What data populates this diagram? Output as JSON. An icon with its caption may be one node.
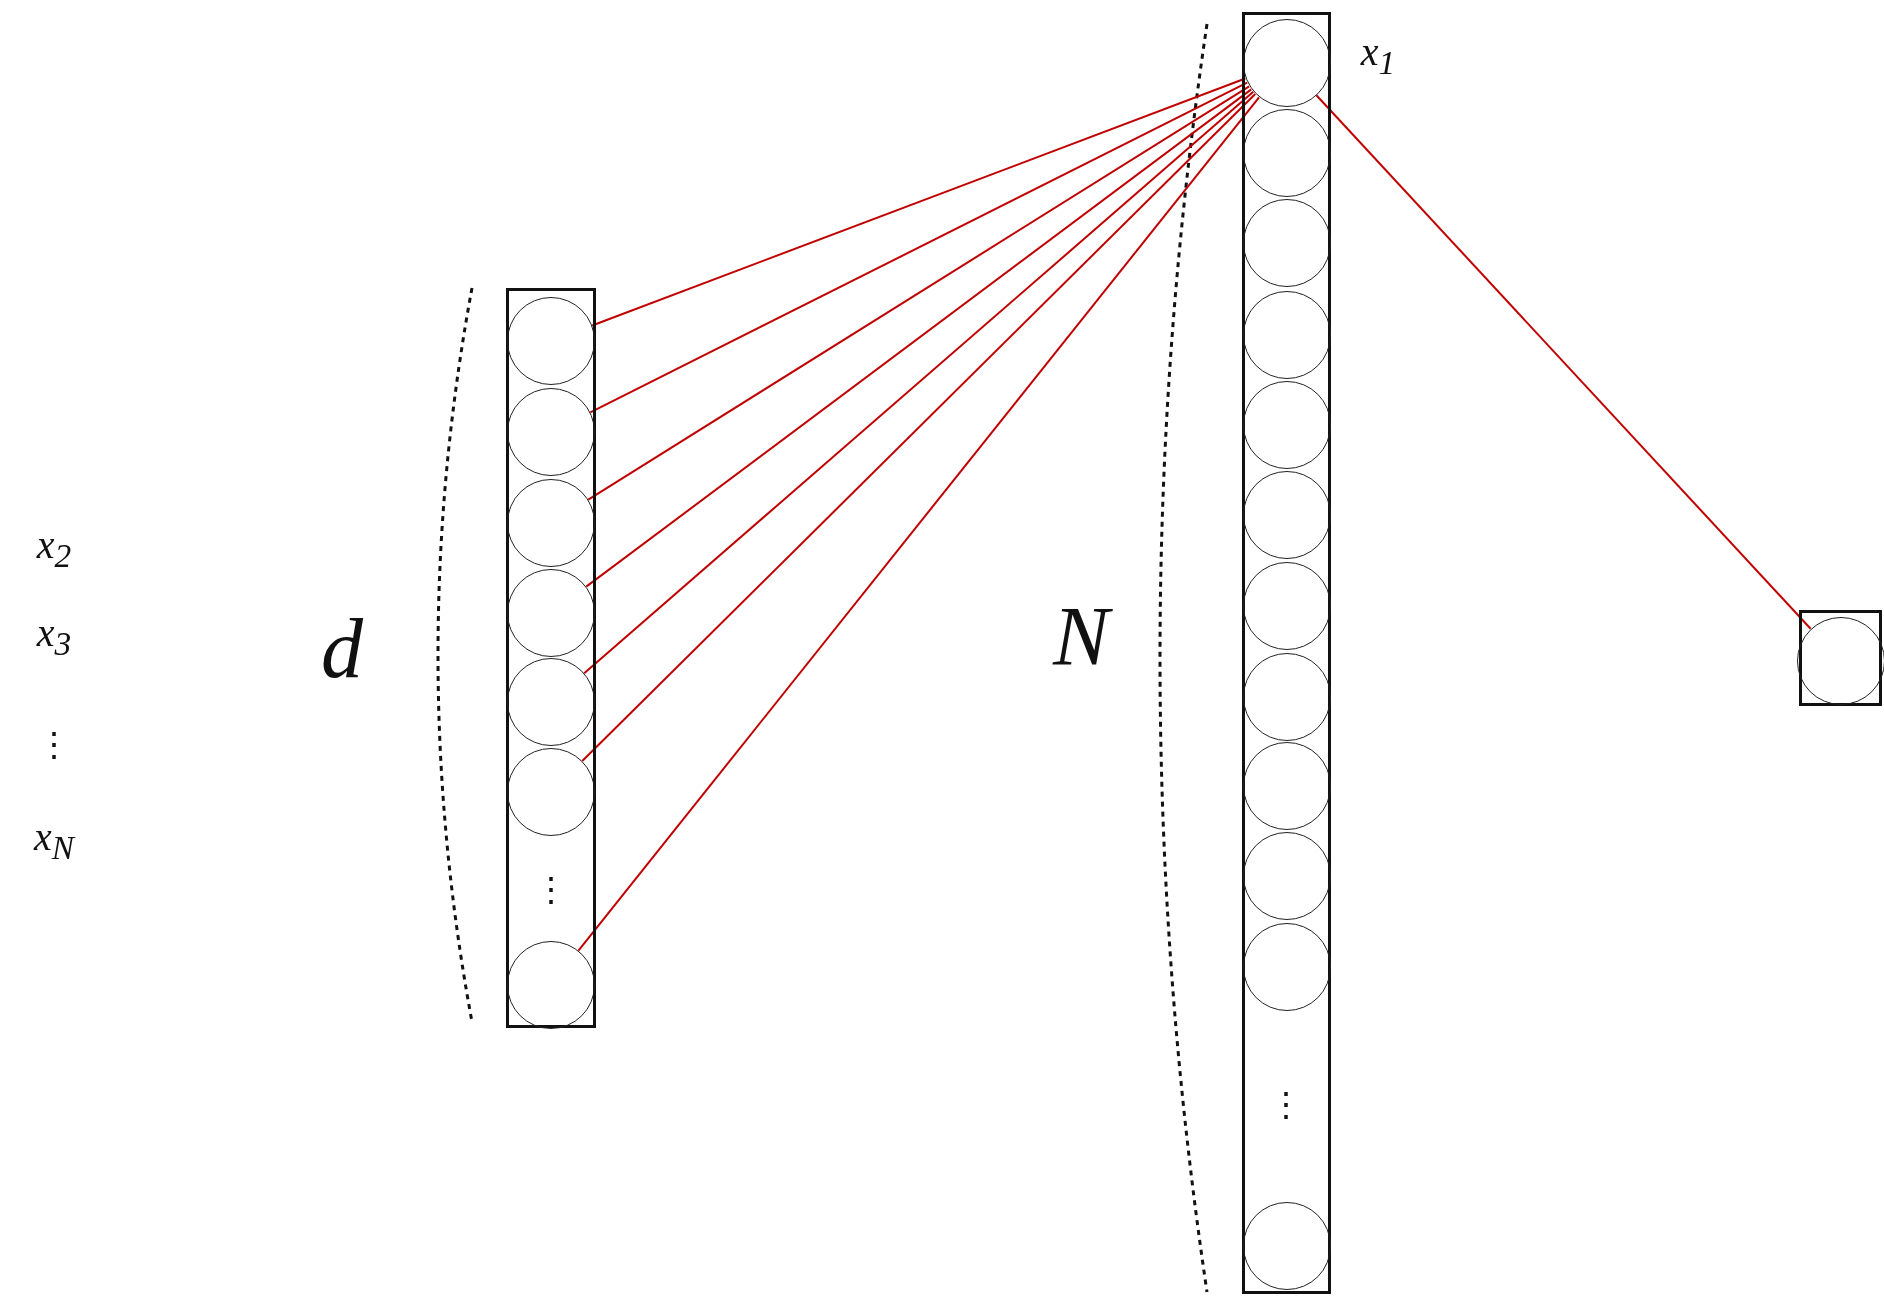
{
  "diagram": {
    "nodes": [
      {
        "text": [],
        "shape": "box",
        "beside": [
          "d"
        ]
      },
      {
        "text": [],
        "shape": "circle",
        "in": 0
      },
      {
        "text": [],
        "shape": "circle",
        "in": 0
      },
      {
        "text": [],
        "shape": "circle",
        "in": 0
      },
      {
        "text": [],
        "shape": "circle",
        "in": 0
      },
      {
        "text": [],
        "shape": "circle",
        "in": 0
      },
      {
        "text": [],
        "shape": "circle",
        "in": 0
      },
      {
        "text": [],
        "shape": "circle",
        "in": 0
      },
      {
        "text": [],
        "shape": "box",
        "beside": [
          "N"
        ]
      },
      {
        "text": [],
        "shape": "circle",
        "in": 8,
        "beside": [
          "x$_{1}$"
        ]
      },
      {
        "text": [],
        "shape": "circle",
        "in": 8
      },
      {
        "text": [],
        "shape": "circle",
        "in": 8
      },
      {
        "text": [],
        "shape": "circle",
        "in": 8
      },
      {
        "text": [],
        "shape": "circle",
        "in": 8
      },
      {
        "text": [],
        "shape": "circle",
        "in": 8
      },
      {
        "text": [],
        "shape": "circle",
        "in": 8
      },
      {
        "text": [],
        "shape": "circle",
        "in": 8
      },
      {
        "text": [],
        "shape": "circle",
        "in": 8
      },
      {
        "text": [],
        "shape": "circle",
        "in": 8
      },
      {
        "text": [],
        "shape": "circle",
        "in": 8
      },
      {
        "text": [],
        "shape": "circle",
        "in": 8
      },
      {
        "text": [],
        "shape": "box"
      },
      {
        "text": [],
        "shape": "circle",
        "in": 21
      }
    ],
    "edges": [
      {
        "from": 1,
        "to": 9,
        "arrow": "none"
      },
      {
        "from": 2,
        "to": 9,
        "arrow": "none"
      },
      {
        "from": 3,
        "to": 9,
        "arrow": "none"
      },
      {
        "from": 4,
        "to": 9,
        "arrow": "none"
      },
      {
        "from": 5,
        "to": 9,
        "arrow": "none"
      },
      {
        "from": 6,
        "to": 9,
        "arrow": "none"
      },
      {
        "from": 7,
        "to": 9,
        "arrow": "none"
      },
      {
        "from": 9,
        "to": 22,
        "arrow": "none"
      }
    ],
    "labels": [
      "x$_{2}$",
      "x$_{3}$",
      "⋮",
      "x$_{N}$",
      "⋮",
      "⋮"
    ]
  }
}
